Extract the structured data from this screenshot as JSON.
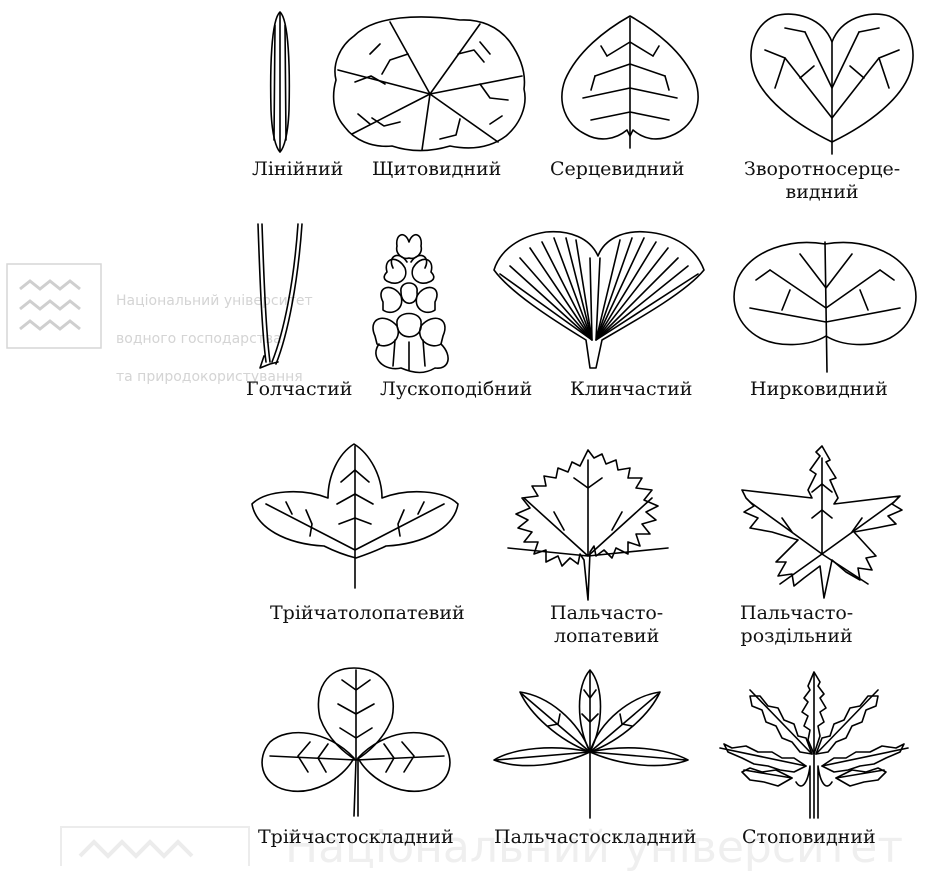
{
  "watermark": {
    "line1": "Національний університет",
    "line2": "водного господарства",
    "line3": "та природокористування",
    "bottom": "Національний університет"
  },
  "leaves": [
    {
      "label": "Лінійний"
    },
    {
      "label": "Щитовидний"
    },
    {
      "label": "Серцевидний"
    },
    {
      "label": "Зворотносерце-\nвидний"
    },
    {
      "label": "Голчастий"
    },
    {
      "label": "Лускоподібний"
    },
    {
      "label": "Клинчастий"
    },
    {
      "label": "Нирковидний"
    },
    {
      "label": "Трійчатолопатевий"
    },
    {
      "label": "Пальчасто-\nлопатевий"
    },
    {
      "label": "Пальчасто-\nроздільний"
    },
    {
      "label": "Трійчастоскладний"
    },
    {
      "label": "Пальчастоскладний"
    },
    {
      "label": "Стоповидний"
    }
  ]
}
